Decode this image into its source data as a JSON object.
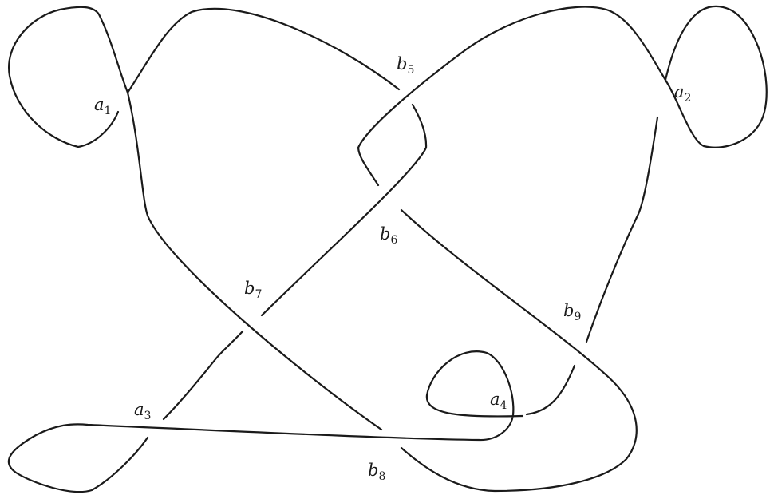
{
  "colors": {
    "stroke": "#1a1a1a",
    "background": "#ffffff"
  },
  "labels": {
    "a1": {
      "base": "a",
      "sub": "1"
    },
    "a2": {
      "base": "a",
      "sub": "2"
    },
    "a3": {
      "base": "a",
      "sub": "3"
    },
    "a4": {
      "base": "a",
      "sub": "4"
    },
    "b5": {
      "base": "b",
      "sub": "5"
    },
    "b6": {
      "base": "b",
      "sub": "6"
    },
    "b7": {
      "base": "b",
      "sub": "7"
    },
    "b8": {
      "base": "b",
      "sub": "8"
    },
    "b9": {
      "base": "b",
      "sub": "9"
    }
  }
}
